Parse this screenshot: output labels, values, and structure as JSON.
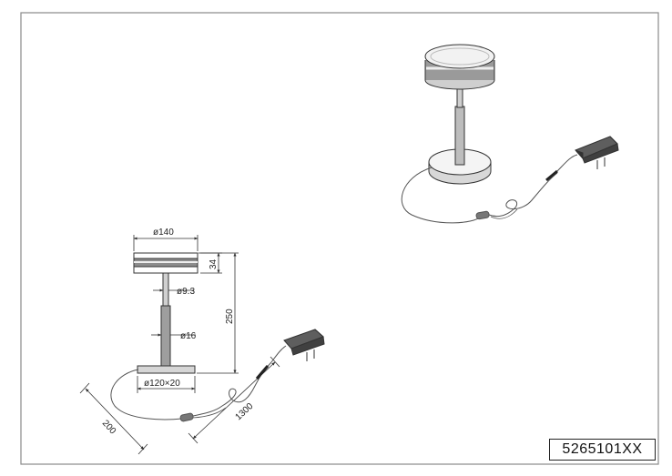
{
  "product_code": "5265101XX",
  "dimensions": {
    "head_diameter": "ø140",
    "head_height": "34",
    "total_height": "250",
    "upper_rod": "ø9.3",
    "lower_rod": "ø16",
    "base": "ø120×20",
    "cable_to_switch": "200",
    "cable_length": "1300"
  },
  "colors": {
    "line": "#333333",
    "frame": "#8a8a8a",
    "shade": "#cccccc"
  }
}
